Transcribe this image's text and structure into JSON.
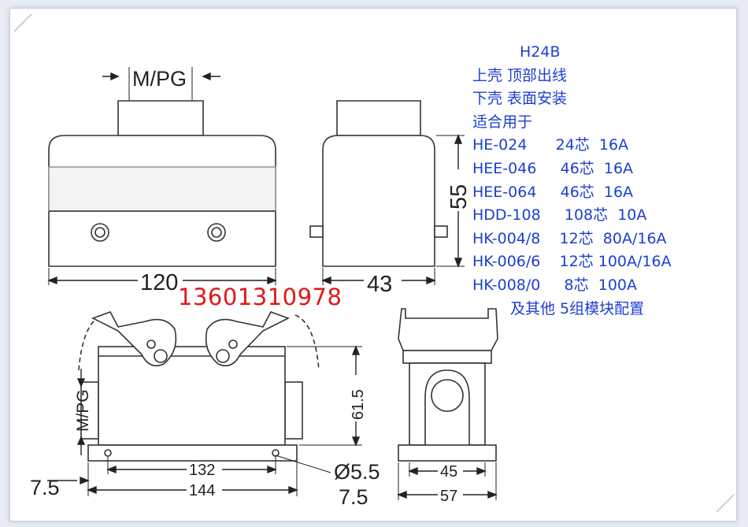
{
  "colors": {
    "spec_text": "#1d3fd1",
    "phone_text": "#e01818",
    "line": "#333333",
    "background": "#e8ecf6"
  },
  "top_view": {
    "label_mpg": "M/PG",
    "dim_width": "120",
    "dim_depth": "43",
    "dim_height": "55"
  },
  "bottom_view": {
    "label_mpg": "M/PG",
    "dim_61_5": "61.5",
    "dim_132": "132",
    "dim_144": "144",
    "dim_hole": "Ø5.5",
    "dim_7_5_left": "7.5",
    "dim_7_5_right": "7.5",
    "dim_45": "45",
    "dim_57": "57"
  },
  "phone": "13601310978",
  "spec": {
    "title": "H24B",
    "line1": "上壳 顶部出线",
    "line2": "下壳 表面安装",
    "line3": "适合用于",
    "models": [
      "HE-024      24芯  16A",
      "HEE-046     46芯  16A",
      "HEE-064     46芯  16A",
      "HDD-108     108芯  10A",
      "HK-004/8    12芯  80A/16A",
      "HK-006/6    12芯 100A/16A",
      "HK-008/0     8芯  100A"
    ],
    "footer": "及其他 5组模块配置"
  }
}
